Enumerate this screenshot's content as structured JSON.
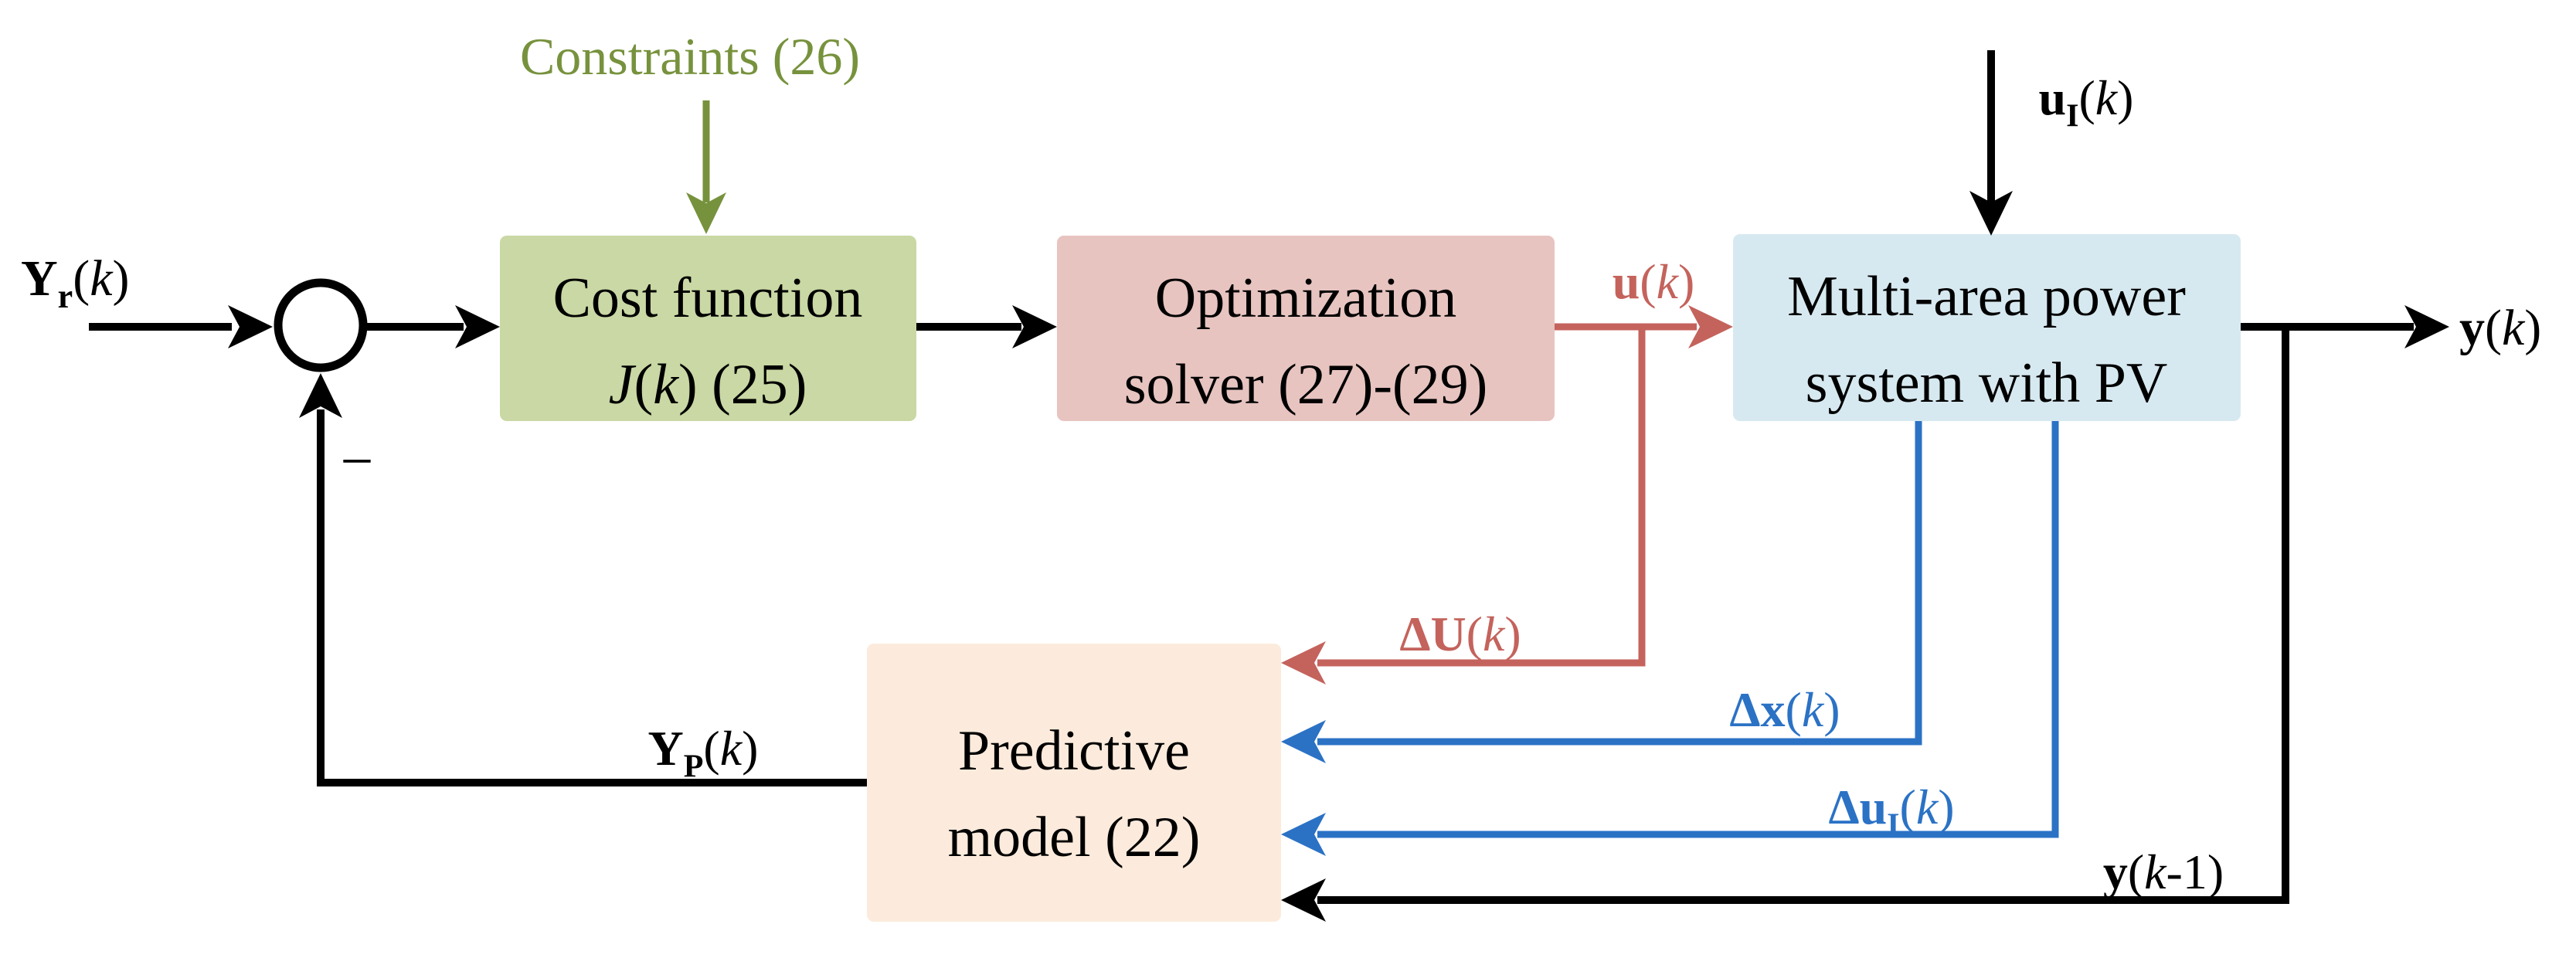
{
  "figure": {
    "description": "Model predictive control loop for a multi-area power system with PV"
  },
  "colors": {
    "black": "#000000",
    "white": "#FFFFFF",
    "olive": "#77923D",
    "green_box": "#C9D8A4",
    "pink_box": "#E7C4C0",
    "red_accent": "#C4635C",
    "blue_accent": "#2B72C5",
    "blue_box": "#D7E9F0",
    "cream_box": "#FCEBDC"
  },
  "blocks": {
    "cost": {
      "line1": [
        {
          "t": "Cost function"
        }
      ],
      "line2": [
        {
          "t": "J",
          "i": 1
        },
        {
          "t": "("
        },
        {
          "t": "k",
          "i": 1
        },
        {
          "t": ") (25)"
        }
      ]
    },
    "optimizer": {
      "line1": [
        {
          "t": "Optimization"
        }
      ],
      "line2": [
        {
          "t": "solver (27)-(29)"
        }
      ]
    },
    "plant": {
      "line1": [
        {
          "t": "Multi-area power"
        }
      ],
      "line2": [
        {
          "t": "system with PV"
        }
      ]
    },
    "predictive": {
      "line1": [
        {
          "t": "Predictive"
        }
      ],
      "line2": [
        {
          "t": "model (22)"
        }
      ]
    }
  },
  "labels": {
    "constraints": [
      {
        "t": "Constraints (26)"
      }
    ],
    "yr": [
      {
        "t": "Y",
        "b": 1
      },
      {
        "t": "r",
        "b": 1,
        "s": 1
      },
      {
        "t": "("
      },
      {
        "t": "k",
        "i": 1
      },
      {
        "t": ")"
      }
    ],
    "uk": [
      {
        "t": "u",
        "b": 1
      },
      {
        "t": "("
      },
      {
        "t": "k",
        "i": 1
      },
      {
        "t": ")"
      }
    ],
    "uik": [
      {
        "t": "u",
        "b": 1
      },
      {
        "t": "I",
        "b": 1,
        "s": 1
      },
      {
        "t": "("
      },
      {
        "t": "k",
        "i": 1
      },
      {
        "t": ")"
      }
    ],
    "yk": [
      {
        "t": "y",
        "b": 1
      },
      {
        "t": "("
      },
      {
        "t": "k",
        "i": 1
      },
      {
        "t": ")"
      }
    ],
    "dUk": [
      {
        "t": "Δ",
        "b": 1
      },
      {
        "t": "U",
        "b": 1
      },
      {
        "t": "("
      },
      {
        "t": "k",
        "i": 1
      },
      {
        "t": ")"
      }
    ],
    "dxk": [
      {
        "t": "Δ",
        "b": 1
      },
      {
        "t": "x",
        "b": 1
      },
      {
        "t": "("
      },
      {
        "t": "k",
        "i": 1
      },
      {
        "t": ")"
      }
    ],
    "duik": [
      {
        "t": "Δ",
        "b": 1
      },
      {
        "t": "u",
        "b": 1
      },
      {
        "t": "I",
        "b": 1,
        "s": 1
      },
      {
        "t": "("
      },
      {
        "t": "k",
        "i": 1
      },
      {
        "t": ")"
      }
    ],
    "yk1": [
      {
        "t": "y",
        "b": 1
      },
      {
        "t": "("
      },
      {
        "t": "k",
        "i": 1
      },
      {
        "t": "-1)"
      }
    ],
    "ypk": [
      {
        "t": "Y",
        "b": 1
      },
      {
        "t": "P",
        "b": 1,
        "s": 1
      },
      {
        "t": "("
      },
      {
        "t": "k",
        "i": 1
      },
      {
        "t": ")"
      }
    ],
    "minus": [
      {
        "t": "−"
      }
    ]
  }
}
